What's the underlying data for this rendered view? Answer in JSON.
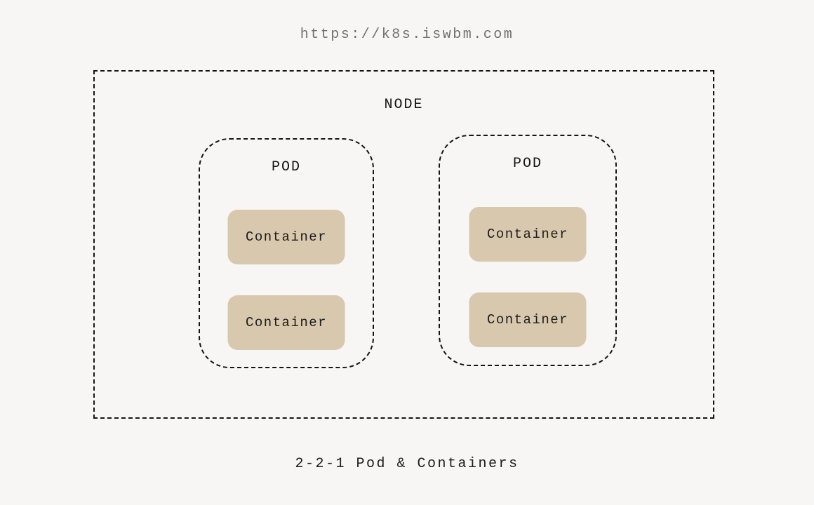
{
  "header": {
    "url": "https://k8s.iswbm.com"
  },
  "diagram": {
    "node": {
      "label": "NODE",
      "pods": [
        {
          "label": "POD",
          "containers": [
            {
              "label": "Container"
            },
            {
              "label": "Container"
            }
          ]
        },
        {
          "label": "POD",
          "containers": [
            {
              "label": "Container"
            },
            {
              "label": "Container"
            }
          ]
        }
      ]
    }
  },
  "caption": "2-2-1 Pod & Containers",
  "colors": {
    "background": "#f7f6f4",
    "border": "#141414",
    "container_fill": "#d8c8ad",
    "url_text": "#707070",
    "text": "#1c1c1c"
  }
}
